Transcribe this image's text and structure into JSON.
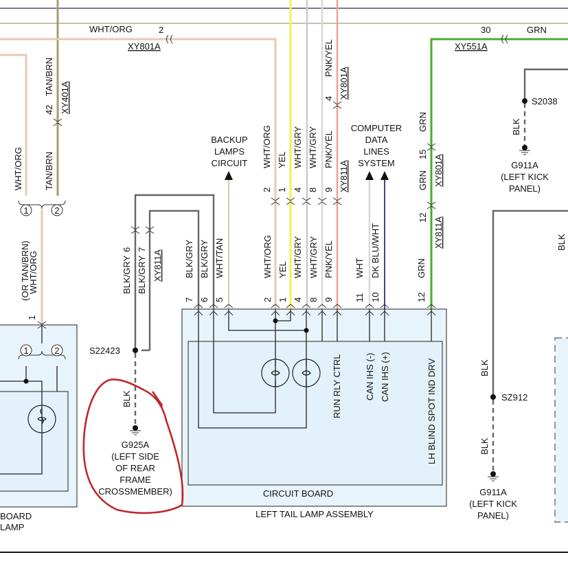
{
  "diagram": {
    "title": "LEFT TAIL LAMP ASSEMBLY",
    "wire_colors": {
      "WHT/ORG": "#e8c9b0",
      "TAN/BRN": "#a89a6a",
      "YEL": "#f5f04a",
      "WHT/GRY": "#c8c8d0",
      "PNK/YEL": "#d8d8d8",
      "PNK/YEL_right": "#f0a090",
      "GRN": "#4caa34",
      "BLK/GRY": "#666666",
      "WHT": "#d8d8d8",
      "DK BLU/WHT": "#2a2a8a",
      "WHT/TAN": "#d8cfc0",
      "annotation": "#c0262b"
    },
    "top_labels": {
      "wht_org_top": "WHT/ORG",
      "pin_2": "2",
      "xy801a_top": "XY801A",
      "pin_30": "30",
      "grn_top": "GRN",
      "xy551a": "XY551A"
    },
    "left_column": {
      "tan_brn_upper": "TAN/BRN",
      "pin_42": "42",
      "xy401a": "XY401A",
      "wht_org": "WHT/ORG",
      "tan_brn_lower": "TAN/BRN",
      "circle_1": "1",
      "circle_2": "2",
      "or_tan_brn": "(OR TAN/BRN)",
      "wht_org_2": "WHT/ORG",
      "pin_1": "1",
      "circle_1b": "1",
      "circle_2b": "2",
      "board_label": "BOARD",
      "lamp_label": "LAMP"
    },
    "ground_g925a": {
      "splice": "S22423",
      "wire": "BLK",
      "ground_id": "G925A",
      "location_lines": [
        "(LEFT SIDE",
        "OF REAR",
        "FRAME",
        "CROSSMEMBER)"
      ]
    },
    "mid_connector_xy811a": {
      "pin_6": "6",
      "pin_7": "7",
      "label": "XY811A",
      "wire_a": "BLK/GRY",
      "wire_b": "BLK/GRY"
    },
    "backup_lamps": [
      "BACKUP",
      "LAMPS",
      "CIRCUIT"
    ],
    "computer_data_lines": [
      "COMPUTER",
      "DATA",
      "LINES",
      "SYSTEM"
    ],
    "upper_wires": {
      "wht_org": "WHT/ORG",
      "yel": "YEL",
      "wht_gry_a": "WHT/GRY",
      "wht_gry_b": "WHT/GRY",
      "pnk_yel": "PNK/YEL",
      "pnk_yel_top": "PNK/YEL",
      "pin_4_top": "4",
      "xy801a_side": "XY801A",
      "pins": [
        "2",
        "1",
        "4",
        "8",
        "9"
      ],
      "xy811a": "XY811A"
    },
    "assembly_pins": [
      {
        "pin": "7",
        "wire": "BLK/GRY"
      },
      {
        "pin": "6",
        "wire": "BLK/GRY"
      },
      {
        "pin": "5",
        "wire": "WHT/TAN"
      },
      {
        "pin": "2",
        "wire": "WHT/ORG"
      },
      {
        "pin": "1",
        "wire": "YEL"
      },
      {
        "pin": "4",
        "wire": "WHT/GRY"
      },
      {
        "pin": "8",
        "wire": "WHT/GRY"
      },
      {
        "pin": "9",
        "wire": "PNK/YEL"
      },
      {
        "pin": "11",
        "wire": "WHT"
      },
      {
        "pin": "10",
        "wire": "DK BLU/WHT"
      },
      {
        "pin": "12",
        "wire": "GRN"
      }
    ],
    "green_wire": {
      "grn_a": "GRN",
      "pin_15": "15",
      "grn_b": "GRN",
      "xy801a": "XY801A",
      "pin_12": "12",
      "xy811a": "XY811A",
      "grn_c": "GRN"
    },
    "circuit_board": {
      "label": "CIRCUIT BOARD",
      "signals": [
        "RUN RLY CTRL",
        "CAN IHS (-)",
        "CAN IHS (+)",
        "LH BLIND SPOT IND DRV"
      ]
    },
    "ground_g911a_upper": {
      "splice": "S2038",
      "wire": "BLK",
      "ground_id": "G911A",
      "location_lines": [
        "(LEFT KICK",
        "PANEL)"
      ]
    },
    "ground_g911a_lower": {
      "wire_upper": "BLK",
      "splice": "SZ912",
      "wire_lower": "BLK",
      "ground_id": "G911A",
      "location_lines": [
        "(LEFT KICK",
        "PANEL)"
      ]
    },
    "right_edge": {
      "wire": "BLK"
    }
  }
}
